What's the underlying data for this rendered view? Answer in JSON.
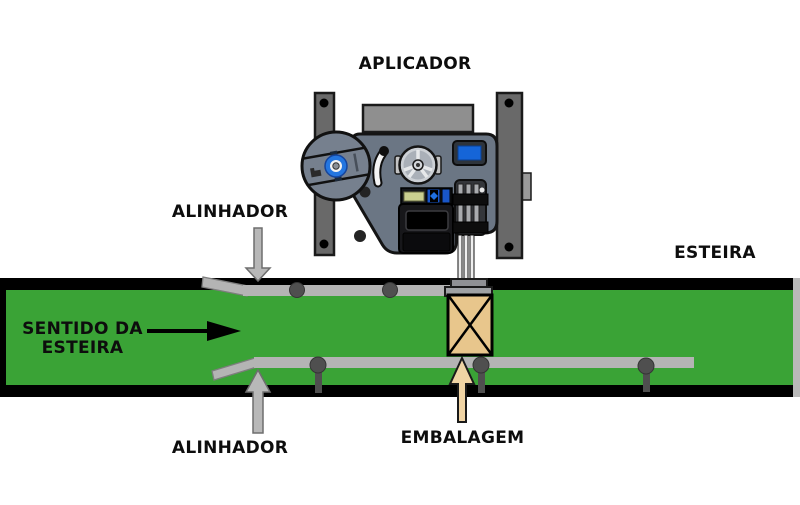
{
  "diagram": {
    "labels": {
      "aplicador": "APLICADOR",
      "alinhador_top": "ALINHADOR",
      "alinhador_bottom": "ALINHADOR",
      "esteira": "ESTEIRA",
      "sentido_line1": "SENTIDO DA",
      "sentido_line2": "ESTEIRA",
      "embalagem": "EMBALAGEM"
    },
    "colors": {
      "belt_green": "#3aa336",
      "belt_border": "#000000",
      "rail_gray": "#b4b4b4",
      "post_gray": "#696969",
      "machine_body": "#6b7684",
      "reel_gray": "#76808e",
      "accent_blue": "#1565d8",
      "display_blue": "#1956c8",
      "screen_khaki": "#c9cf90",
      "package_tan": "#e8c68c",
      "arrow_gray": "#b8b8b8",
      "arrow_tan": "#f0d4a4"
    }
  }
}
